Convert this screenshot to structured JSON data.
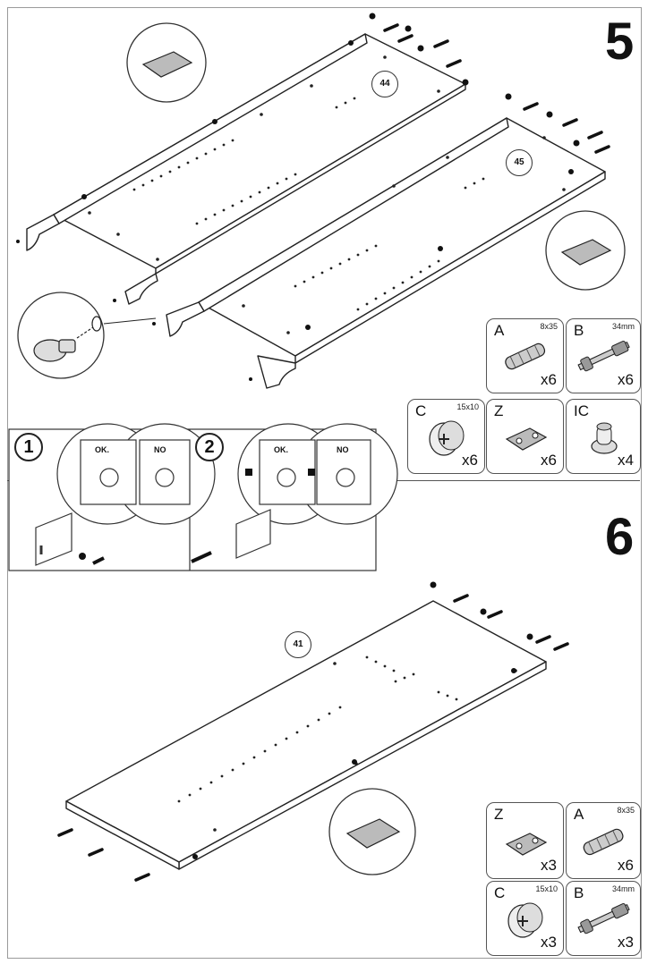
{
  "steps": {
    "step5": "5",
    "step6": "6"
  },
  "panels": {
    "p44": "44",
    "p45": "45",
    "p41": "41"
  },
  "hardware_step5": [
    {
      "letter": "A",
      "size": "8x35",
      "qty": "x6",
      "icon": "dowel-icon"
    },
    {
      "letter": "B",
      "size": "34mm",
      "qty": "x6",
      "icon": "connecting-bolt-icon"
    },
    {
      "letter": "C",
      "size": "15x10",
      "qty": "x6",
      "icon": "cam-lock-icon"
    },
    {
      "letter": "Z",
      "size": "",
      "qty": "x6",
      "icon": "hinge-plate-icon"
    },
    {
      "letter": "IC",
      "size": "",
      "qty": "x4",
      "icon": "knob-icon"
    }
  ],
  "hardware_step6": [
    {
      "letter": "Z",
      "size": "",
      "qty": "x3",
      "icon": "hinge-plate-icon"
    },
    {
      "letter": "A",
      "size": "8x35",
      "qty": "x6",
      "icon": "dowel-icon"
    },
    {
      "letter": "C",
      "size": "15x10",
      "qty": "x3",
      "icon": "cam-lock-icon"
    },
    {
      "letter": "B",
      "size": "34mm",
      "qty": "x3",
      "icon": "connecting-bolt-icon"
    }
  ],
  "inset": {
    "num1": "1",
    "num2": "2",
    "ok": "OK.",
    "no": "NO"
  }
}
